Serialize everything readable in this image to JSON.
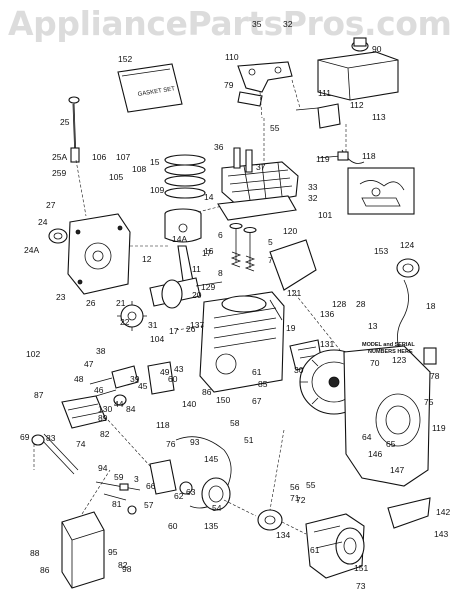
{
  "watermark": {
    "text": "AppliancePartsPros.com"
  },
  "gasket_set_label": "GASKET SET",
  "model_note": [
    "MODEL and SERIAL",
    "NUMBERS HERE"
  ],
  "callouts": [
    "35",
    "32",
    "90",
    "152",
    "110",
    "79",
    "111",
    "112",
    "113",
    "25",
    "55",
    "36",
    "37",
    "106",
    "107",
    "25A",
    "108",
    "15",
    "259",
    "105",
    "109",
    "33",
    "32",
    "119",
    "118",
    "14",
    "101",
    "27",
    "24",
    "24A",
    "14A",
    "16",
    "6",
    "5",
    "120",
    "153",
    "12",
    "7",
    "124",
    "8",
    "17",
    "23",
    "26",
    "11",
    "21",
    "22",
    "20",
    "129",
    "121",
    "128",
    "18",
    "137",
    "28",
    "136",
    "13",
    "17",
    "31",
    "19",
    "104",
    "102",
    "38",
    "26",
    "131",
    "47",
    "49",
    "43",
    "61",
    "30",
    "123",
    "70",
    "78",
    "48",
    "46",
    "45",
    "39",
    "60",
    "86",
    "44",
    "67",
    "85",
    "84",
    "140",
    "130",
    "87",
    "89",
    "150",
    "82",
    "118",
    "58",
    "75",
    "74",
    "119",
    "69",
    "83",
    "93",
    "51",
    "76",
    "64",
    "145",
    "65",
    "146",
    "147",
    "94",
    "59",
    "3",
    "63",
    "66",
    "56",
    "55",
    "62",
    "71",
    "72",
    "57",
    "81",
    "54",
    "135",
    "134",
    "60",
    "142",
    "143",
    "95",
    "61",
    "88",
    "82",
    "86",
    "98",
    "151",
    "73"
  ]
}
